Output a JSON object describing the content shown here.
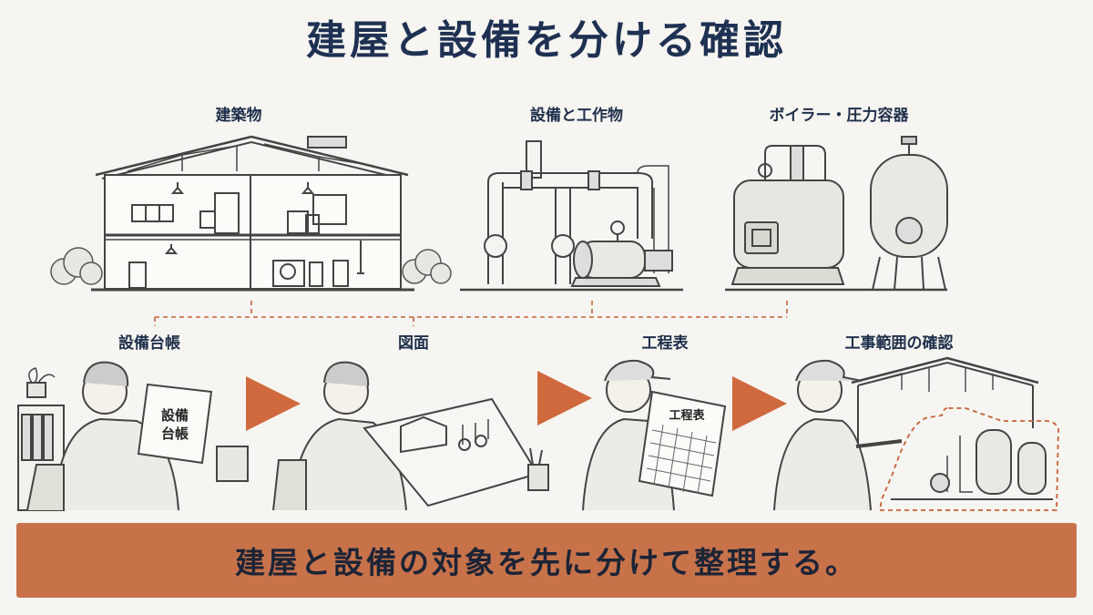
{
  "title": "建屋と設備を分ける確認",
  "top_labels": {
    "building": "建築物",
    "equipment": "設備と工作物",
    "boiler": "ボイラー・圧力容器"
  },
  "steps": {
    "ledger": "設備台帳",
    "drawing": "図面",
    "schedule": "工程表",
    "scope": "工事範囲の確認"
  },
  "props": {
    "ledger_book": [
      "設備",
      "台帳"
    ],
    "schedule_sheet": "工程表"
  },
  "banner": "建屋と設備の対象を先に分けて整理する。",
  "colors": {
    "accent": "#c8724a",
    "title": "#1f3152",
    "arrow": "#d06a3e",
    "dashed": "#c8603a"
  }
}
